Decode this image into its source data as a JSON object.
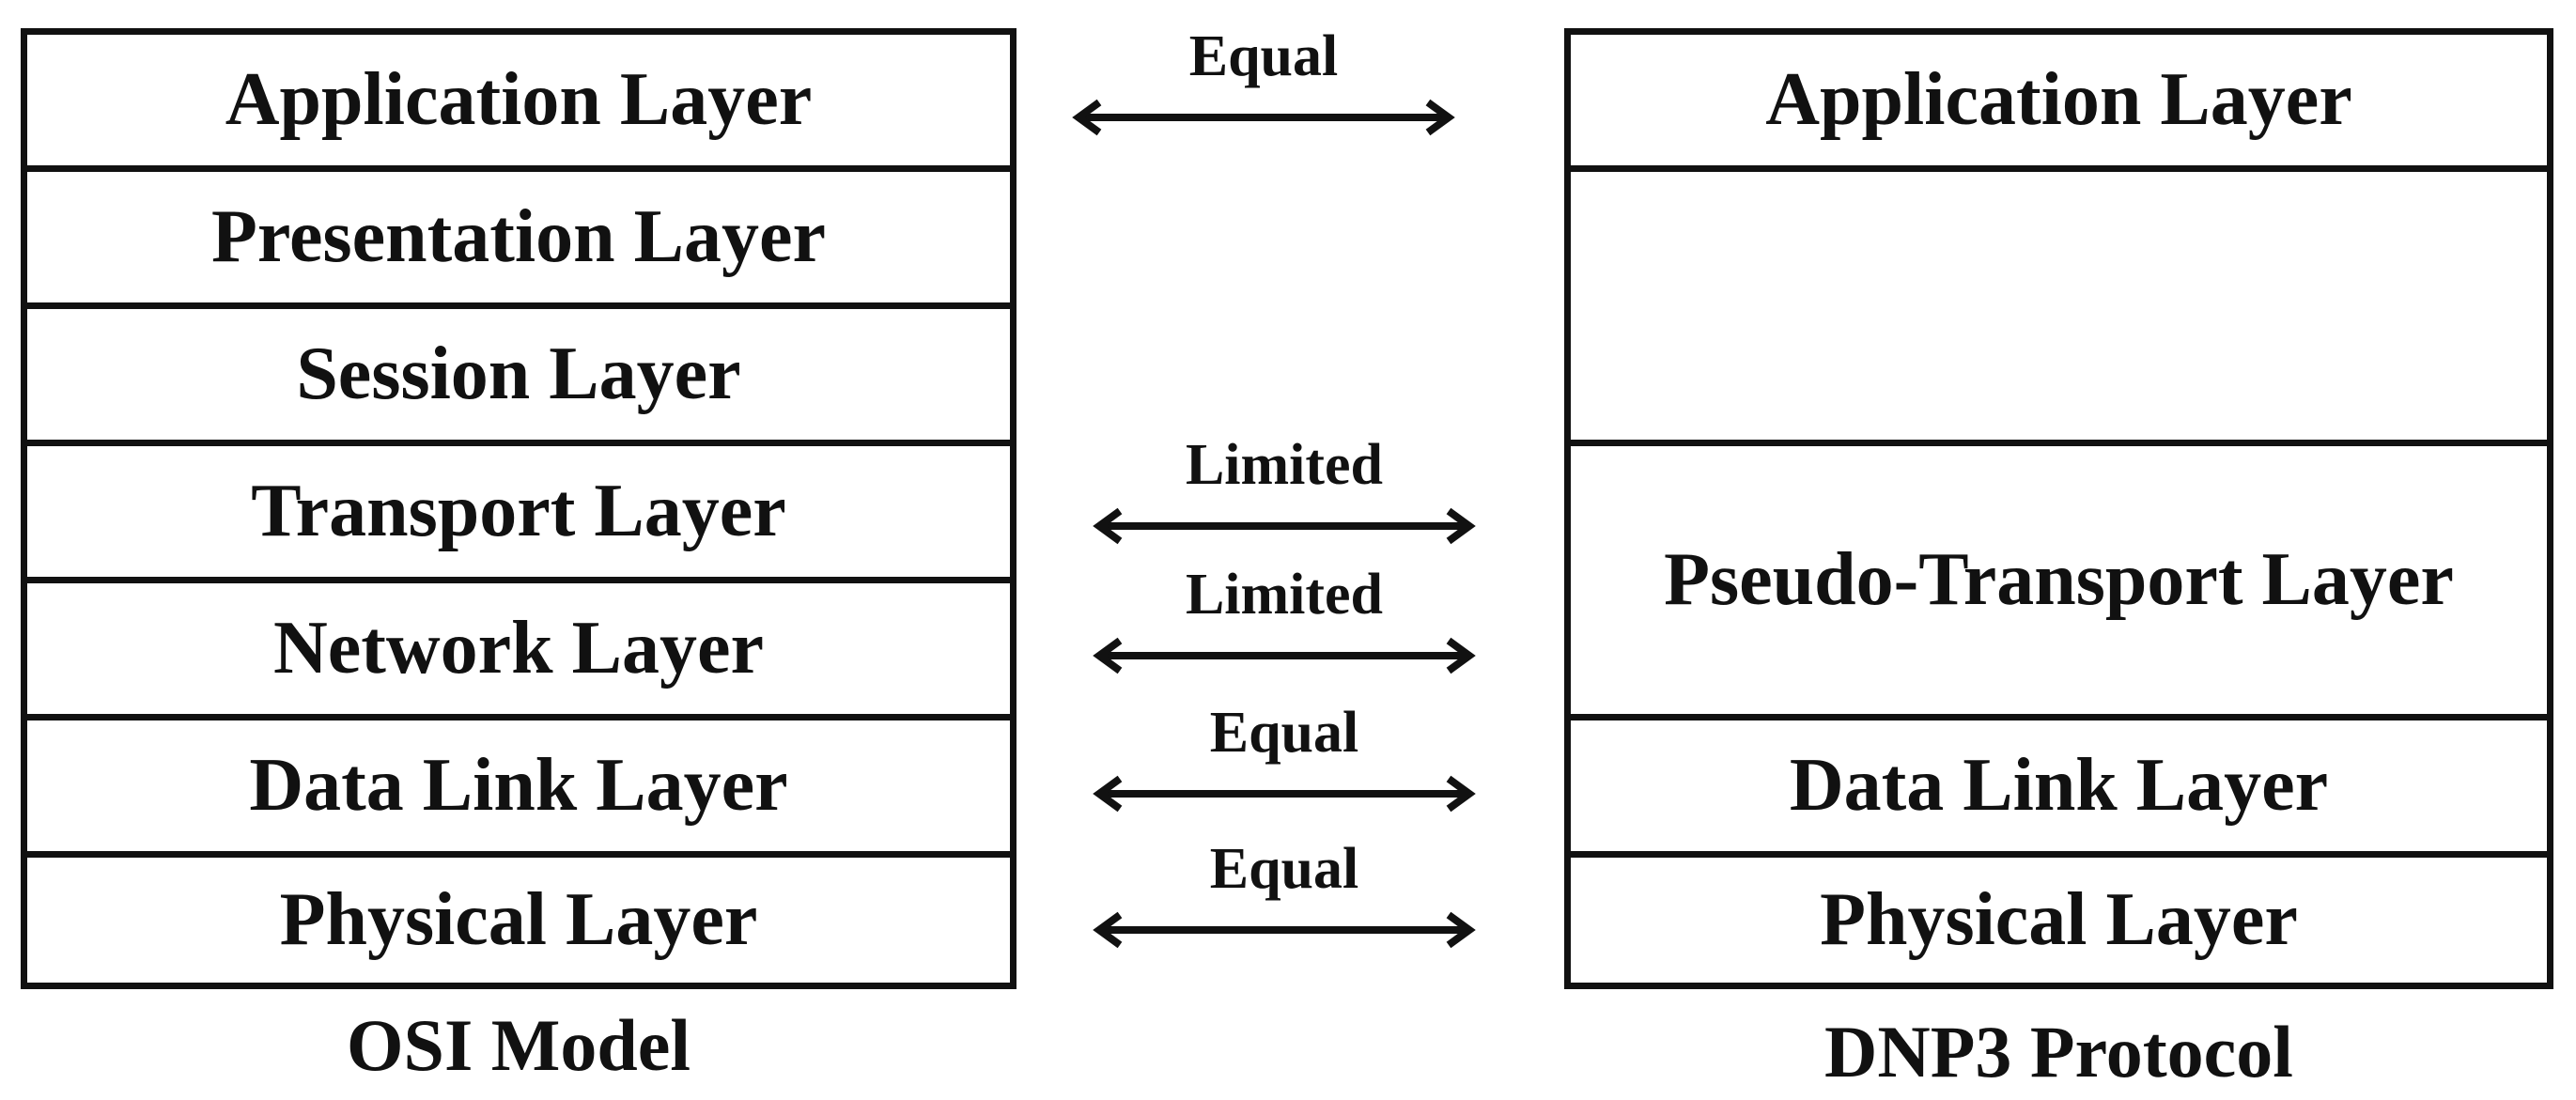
{
  "osi": {
    "caption": "OSI Model",
    "layers": [
      "Application Layer",
      "Presentation  Layer",
      "Session Layer",
      "Transport Layer",
      "Network Layer",
      "Data Link Layer",
      "Physical Layer"
    ]
  },
  "dnp3": {
    "caption": "DNP3 Protocol",
    "layers": [
      "Application Layer",
      "",
      "Pseudo-Transport Layer",
      "Data Link Layer",
      "Physical Layer"
    ]
  },
  "relations": [
    {
      "label": "Equal"
    },
    {
      "label": "Limited"
    },
    {
      "label": "Limited"
    },
    {
      "label": "Equal"
    },
    {
      "label": "Equal"
    }
  ]
}
